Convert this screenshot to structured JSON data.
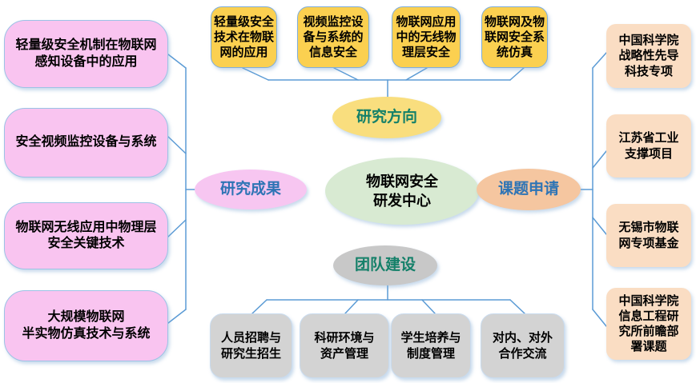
{
  "diagram_title": "物联网安全研发中心",
  "center": {
    "label": "物联网安全\n研发中心"
  },
  "branches": {
    "top": {
      "label": "研究方向",
      "items": [
        "轻量级安全\n技术在物联\n网的应用",
        "视频监控设\n备与系统的\n信息安全",
        "物联网应用\n中的无线物\n理层安全",
        "物联网及物\n联网安全系\n统仿真"
      ]
    },
    "left": {
      "label": "研究成果",
      "items": [
        "轻量级安全机制在物联网\n感知设备中的应用",
        "安全视频监控设备与系统",
        "物联网无线应用中物理层\n安全关键技术",
        "大规模物联网\n半实物仿真技术与系统"
      ]
    },
    "right": {
      "label": "课题申请",
      "items": [
        "中国科学院\n战略性先导\n科技专项",
        "江苏省工业\n支撑项目",
        "无锡市物联\n网专项基金",
        "中国科学院\n信息工程研\n究所前瞻部\n署课题"
      ]
    },
    "bottom": {
      "label": "团队建设",
      "items": [
        "人员招聘与\n研究生招生",
        "科研环境与\n资产管理",
        "学生培养与\n制度管理",
        "对内、对外\n合作交流"
      ]
    }
  },
  "colors": {
    "center_fill": "#d8ead2",
    "top_branch_fill": "#f9de7e",
    "top_item_fill": "#fbd050",
    "left_branch_fill": "#f7c6f1",
    "left_item_fill": "#f9c4f0",
    "right_branch_fill": "#f5c6a0",
    "right_item_fill": "#faddc3",
    "bottom_branch_fill": "#c8c8c8",
    "bottom_item_fill": "#d3d3d3",
    "connector_line": "#5b9bd5",
    "teal_label_text": "#148069",
    "blue_label_text": "#2e74b5"
  }
}
